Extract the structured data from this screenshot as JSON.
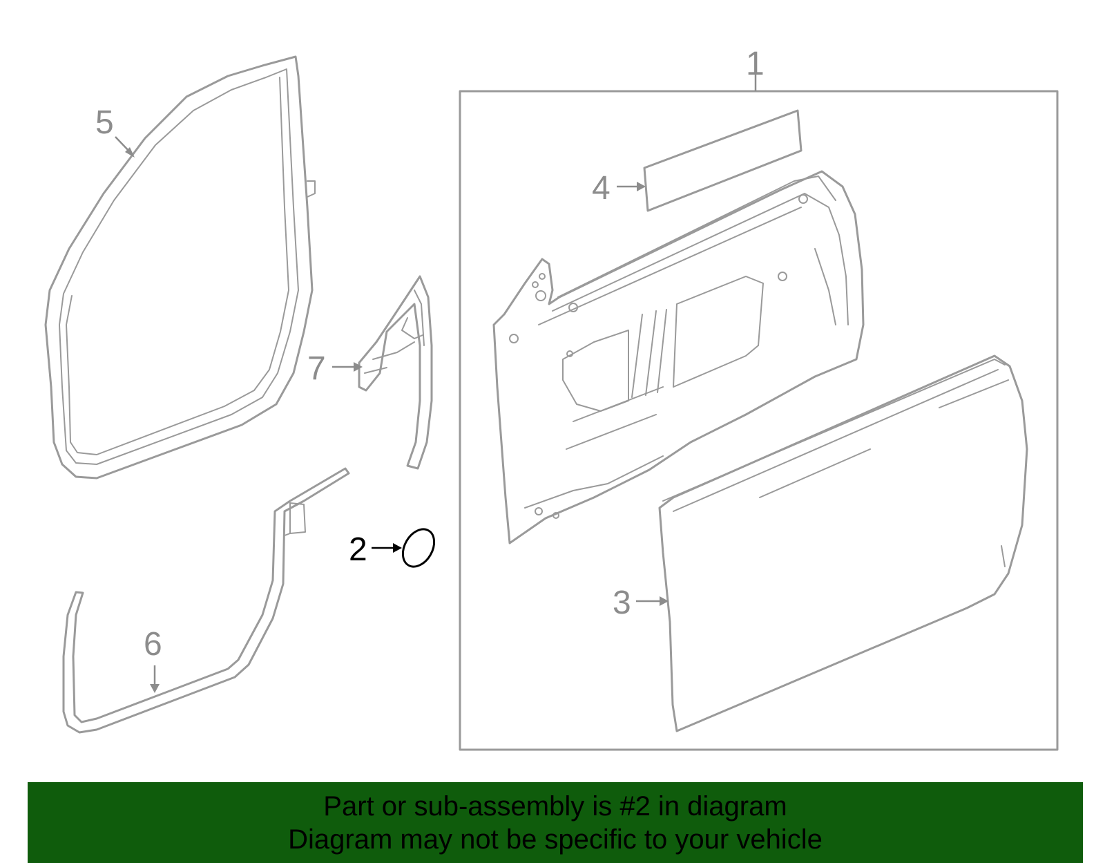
{
  "callouts": {
    "c1": "1",
    "c2": "2",
    "c3": "3",
    "c4": "4",
    "c5": "5",
    "c6": "6",
    "c7": "7"
  },
  "highlighted_part": "2",
  "banner": {
    "line1": "Part or sub-assembly is #2 in diagram",
    "line2": "Diagram may not be specific to your vehicle",
    "background": "#0f5c0c"
  },
  "colors": {
    "line": "#9a9a9a",
    "label": "#8c8c8c",
    "highlight": "#000000"
  }
}
